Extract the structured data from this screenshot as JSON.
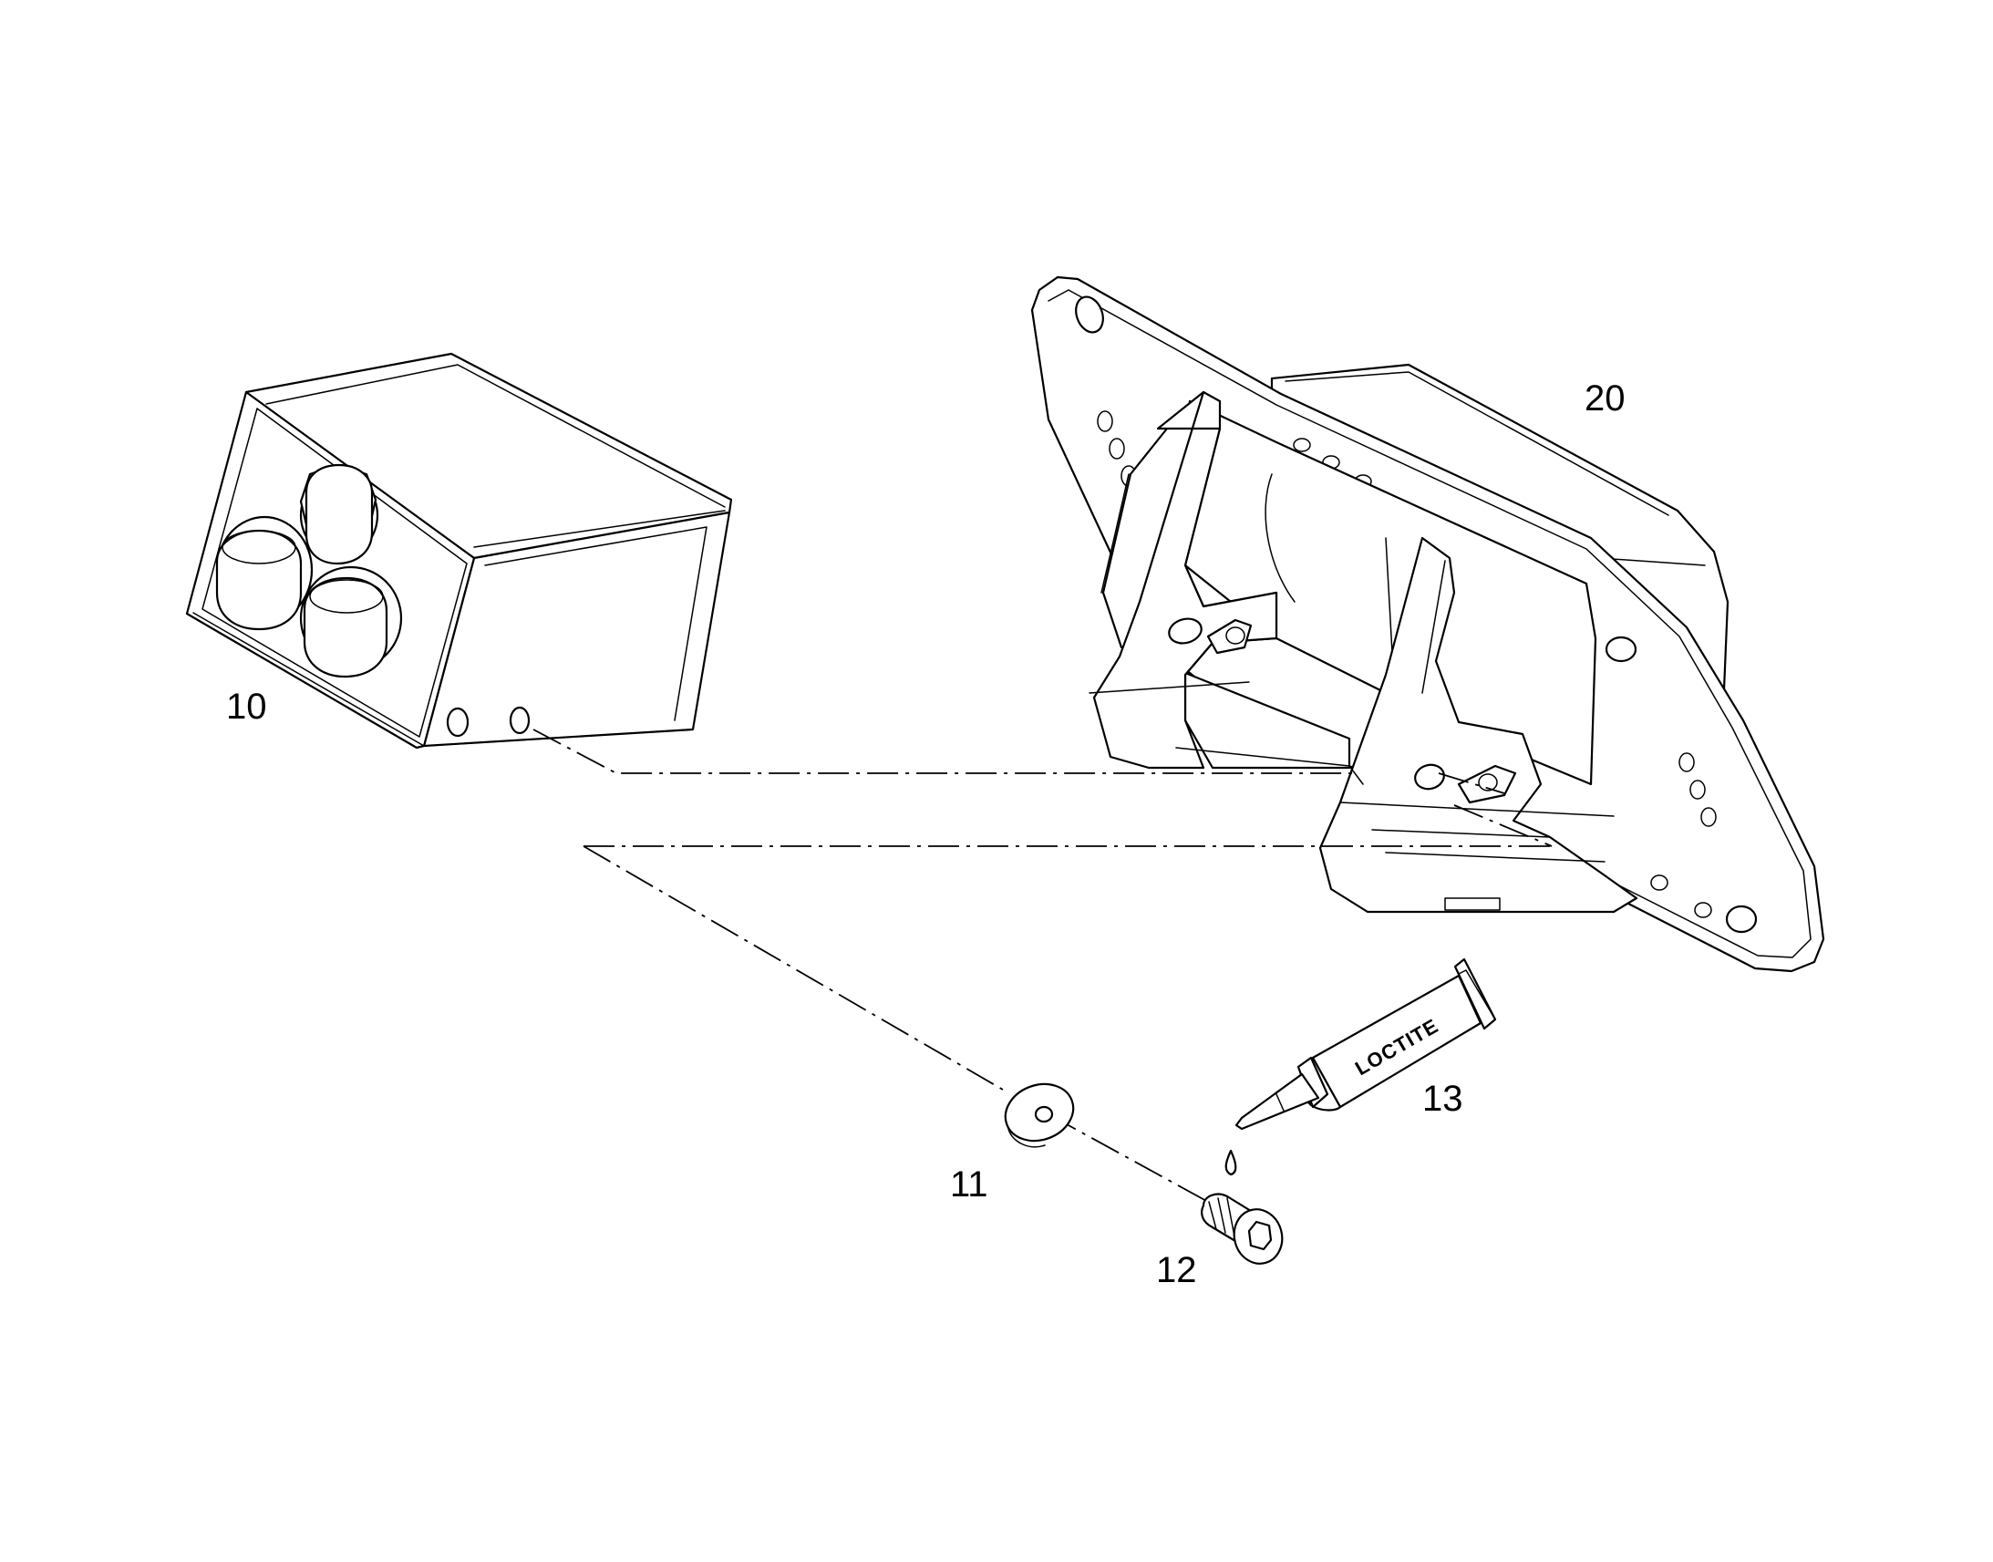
{
  "labels": {
    "part_10": "10",
    "part_11": "11",
    "part_12": "12",
    "part_13": "13",
    "part_20": "20"
  },
  "tube_text": "LOCTITE",
  "line_color": "#000000",
  "background": "#ffffff"
}
